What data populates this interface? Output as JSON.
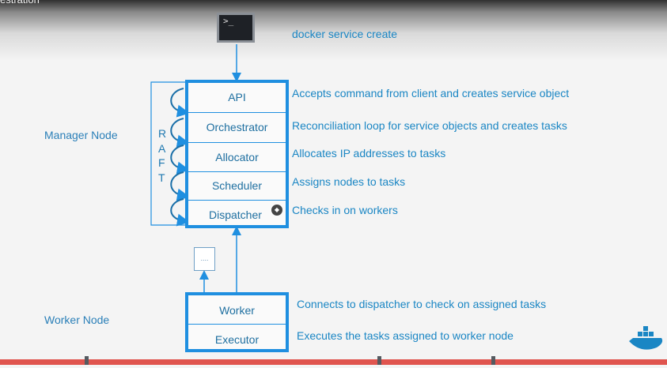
{
  "header": {
    "partial_title": "estration"
  },
  "command": "docker service create",
  "terminal_prompt": ">_",
  "manager": {
    "label": "Manager Node",
    "raft_letters": [
      "R",
      "A",
      "F",
      "T"
    ],
    "components": [
      {
        "name": "API",
        "description": "Accepts command from client and creates service object"
      },
      {
        "name": "Orchestrator",
        "description": "Reconciliation loop for service objects and creates tasks"
      },
      {
        "name": "Allocator",
        "description": "Allocates IP addresses to tasks"
      },
      {
        "name": "Scheduler",
        "description": "Assigns nodes to tasks"
      },
      {
        "name": "Dispatcher",
        "description": "Checks in on workers"
      }
    ]
  },
  "worker": {
    "label": "Worker Node",
    "components": [
      {
        "name": "Worker",
        "description": "Connects to dispatcher to check on assigned tasks"
      },
      {
        "name": "Executor",
        "description": "Executes the tasks assigned to worker node"
      }
    ]
  },
  "task_box_text": "....",
  "colors": {
    "accent": "#1f8fe0",
    "text": "#1a86c4",
    "timeline": "#e0554f"
  },
  "icons": [
    "terminal-icon",
    "lion-icon",
    "docker-whale-icon"
  ]
}
